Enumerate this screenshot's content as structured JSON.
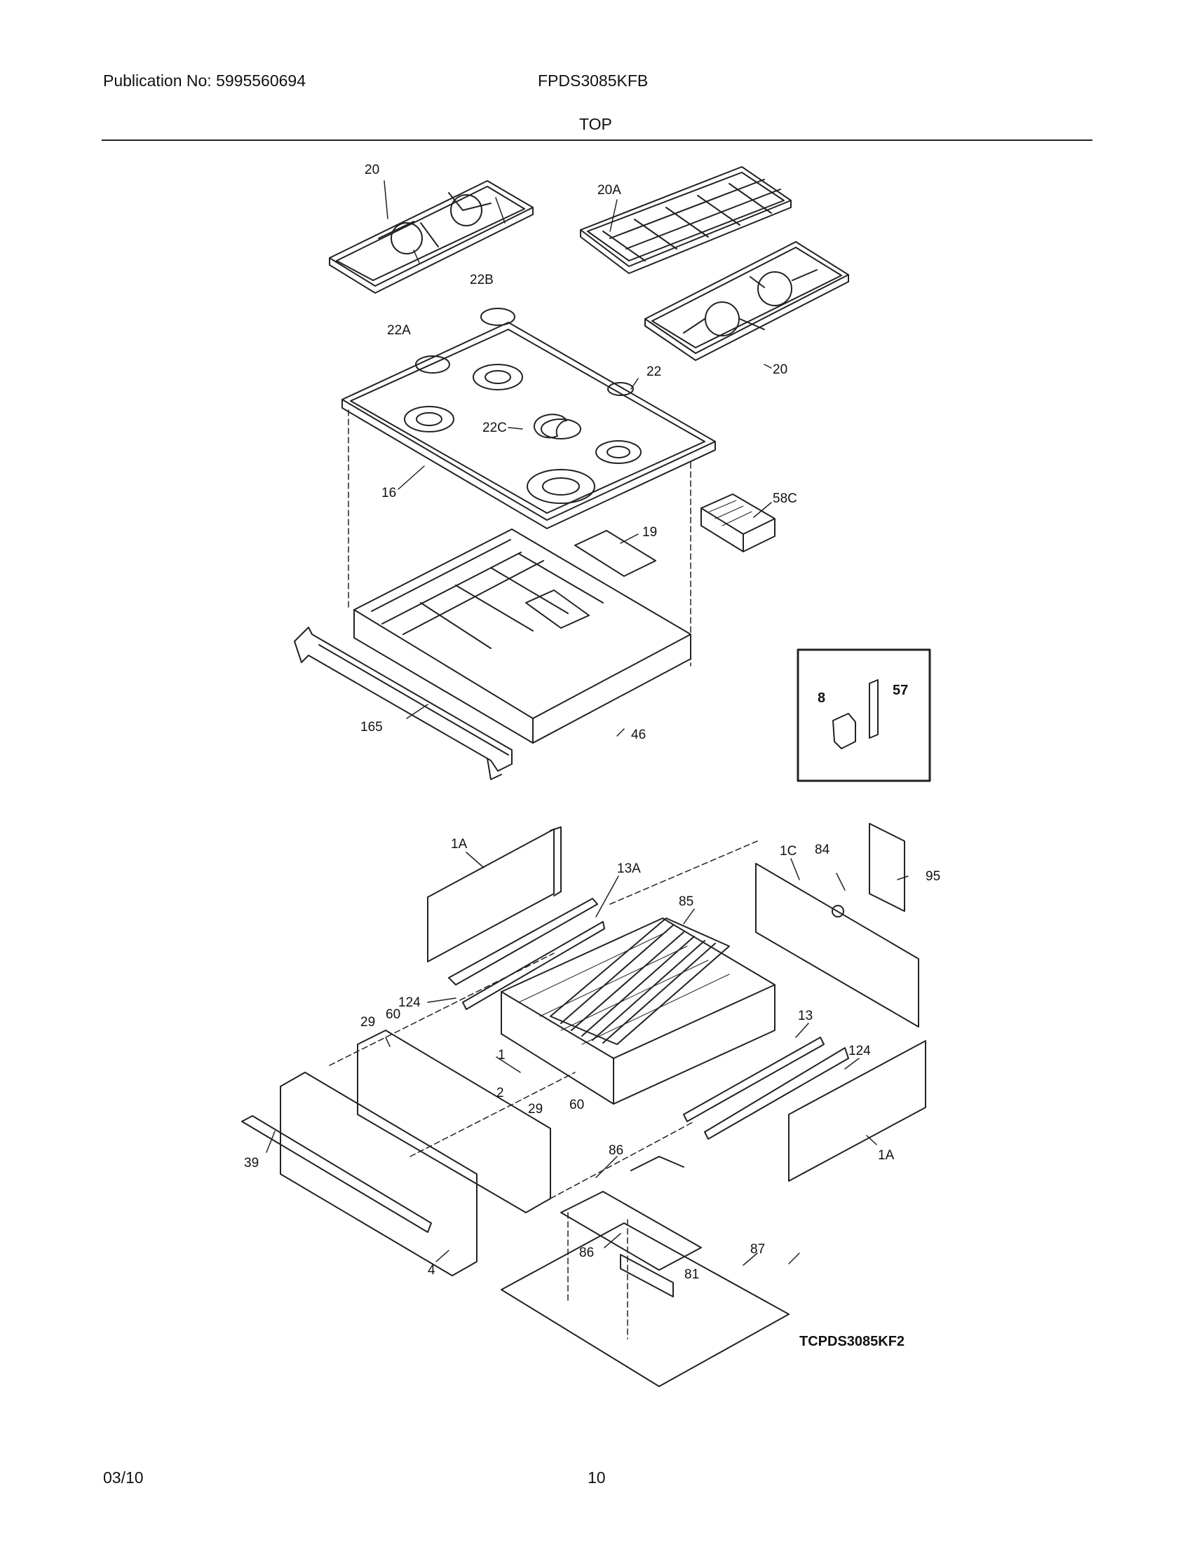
{
  "header": {
    "publication": "Publication No: 5995560694",
    "model": "FPDS3085KFB",
    "section_title": "TOP"
  },
  "footer": {
    "date": "03/10",
    "page_number": "10"
  },
  "diagram": {
    "drawing_code": "TCPDS3085KF2",
    "callouts": [
      "20",
      "20A",
      "22B",
      "22A",
      "22",
      "20",
      "22C",
      "16",
      "58C",
      "19",
      "165",
      "46",
      "8",
      "57",
      "1A",
      "13A",
      "85",
      "1C",
      "84",
      "95",
      "124",
      "29",
      "60",
      "1",
      "13",
      "124",
      "2",
      "29",
      "60",
      "39",
      "86",
      "1A",
      "86",
      "87",
      "4",
      "81"
    ]
  }
}
